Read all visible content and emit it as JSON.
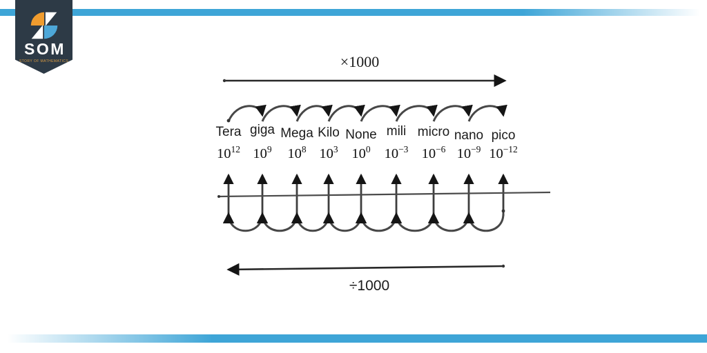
{
  "branding": {
    "logo_text": "SOM",
    "logo_subtext": "STORY OF MATHEMATICS",
    "badge_color": "#2d3a46",
    "accent_orange": "#f09c2e",
    "accent_blue": "#3ea5d7",
    "logo_blue": "#4da7d8"
  },
  "diagram": {
    "multiply_label": "×1000",
    "divide_label": "÷1000",
    "prefixes": [
      {
        "name": "Tera",
        "base": "10",
        "exp": "12"
      },
      {
        "name": "giga",
        "base": "10",
        "exp": "9"
      },
      {
        "name": "Mega",
        "base": "10",
        "exp": "8"
      },
      {
        "name": "Kilo",
        "base": "10",
        "exp": "3"
      },
      {
        "name": "None",
        "base": "10",
        "exp": "0"
      },
      {
        "name": "mili",
        "base": "10",
        "exp": "−3"
      },
      {
        "name": "micro",
        "base": "10",
        "exp": "−6"
      },
      {
        "name": "nano",
        "base": "10",
        "exp": "−9"
      },
      {
        "name": "pico",
        "base": "10",
        "exp": "−12"
      }
    ]
  }
}
